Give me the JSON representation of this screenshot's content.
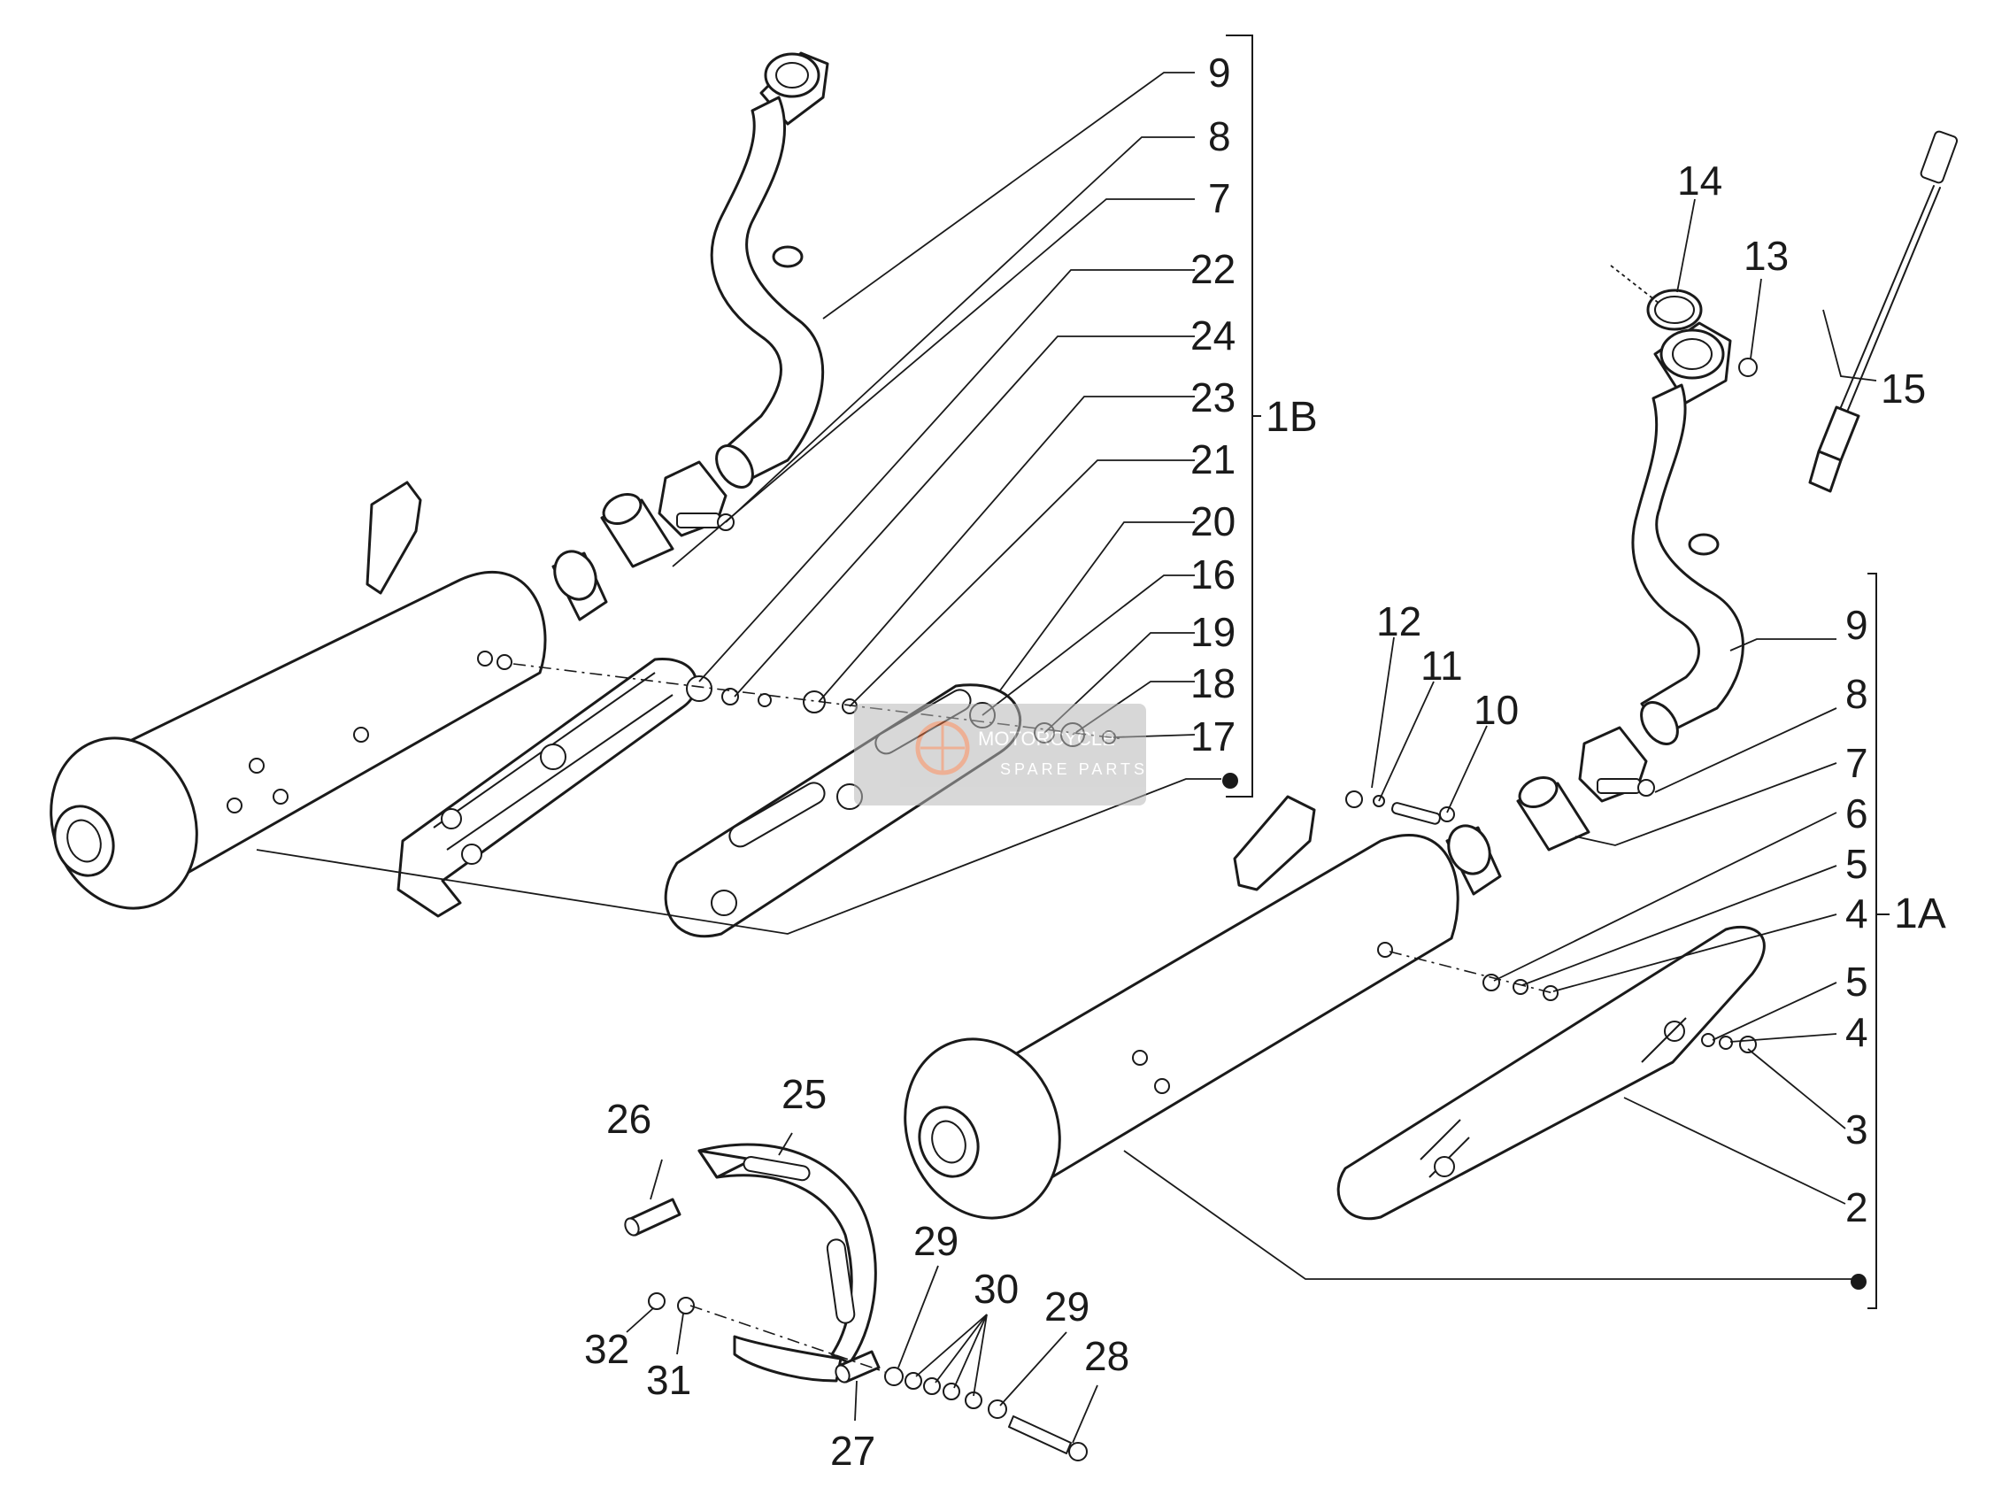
{
  "callouts": {
    "left_9": "9",
    "left_8": "8",
    "left_7": "7",
    "left_22": "22",
    "left_24": "24",
    "left_23": "23",
    "left_21": "21",
    "left_20": "20",
    "left_16": "16",
    "left_19": "19",
    "left_18": "18",
    "left_17": "17",
    "p12": "12",
    "p11": "11",
    "p10": "10",
    "p14": "14",
    "p13": "13",
    "p15": "15",
    "right_9": "9",
    "right_8": "8",
    "right_7": "7",
    "right_6": "6",
    "right_5a": "5",
    "right_4a": "4",
    "right_5b": "5",
    "right_4b": "4",
    "right_3": "3",
    "right_2": "2",
    "p26": "26",
    "p25": "25",
    "p29a": "29",
    "p30": "30",
    "p29b": "29",
    "p28": "28",
    "p32": "32",
    "p31": "31",
    "p27": "27"
  },
  "groups": {
    "left": "1B",
    "right": "1A"
  },
  "watermark": {
    "brand": "MOTORCYCLE",
    "sub": "SPARE PARTS",
    "accent": "#e07040"
  }
}
